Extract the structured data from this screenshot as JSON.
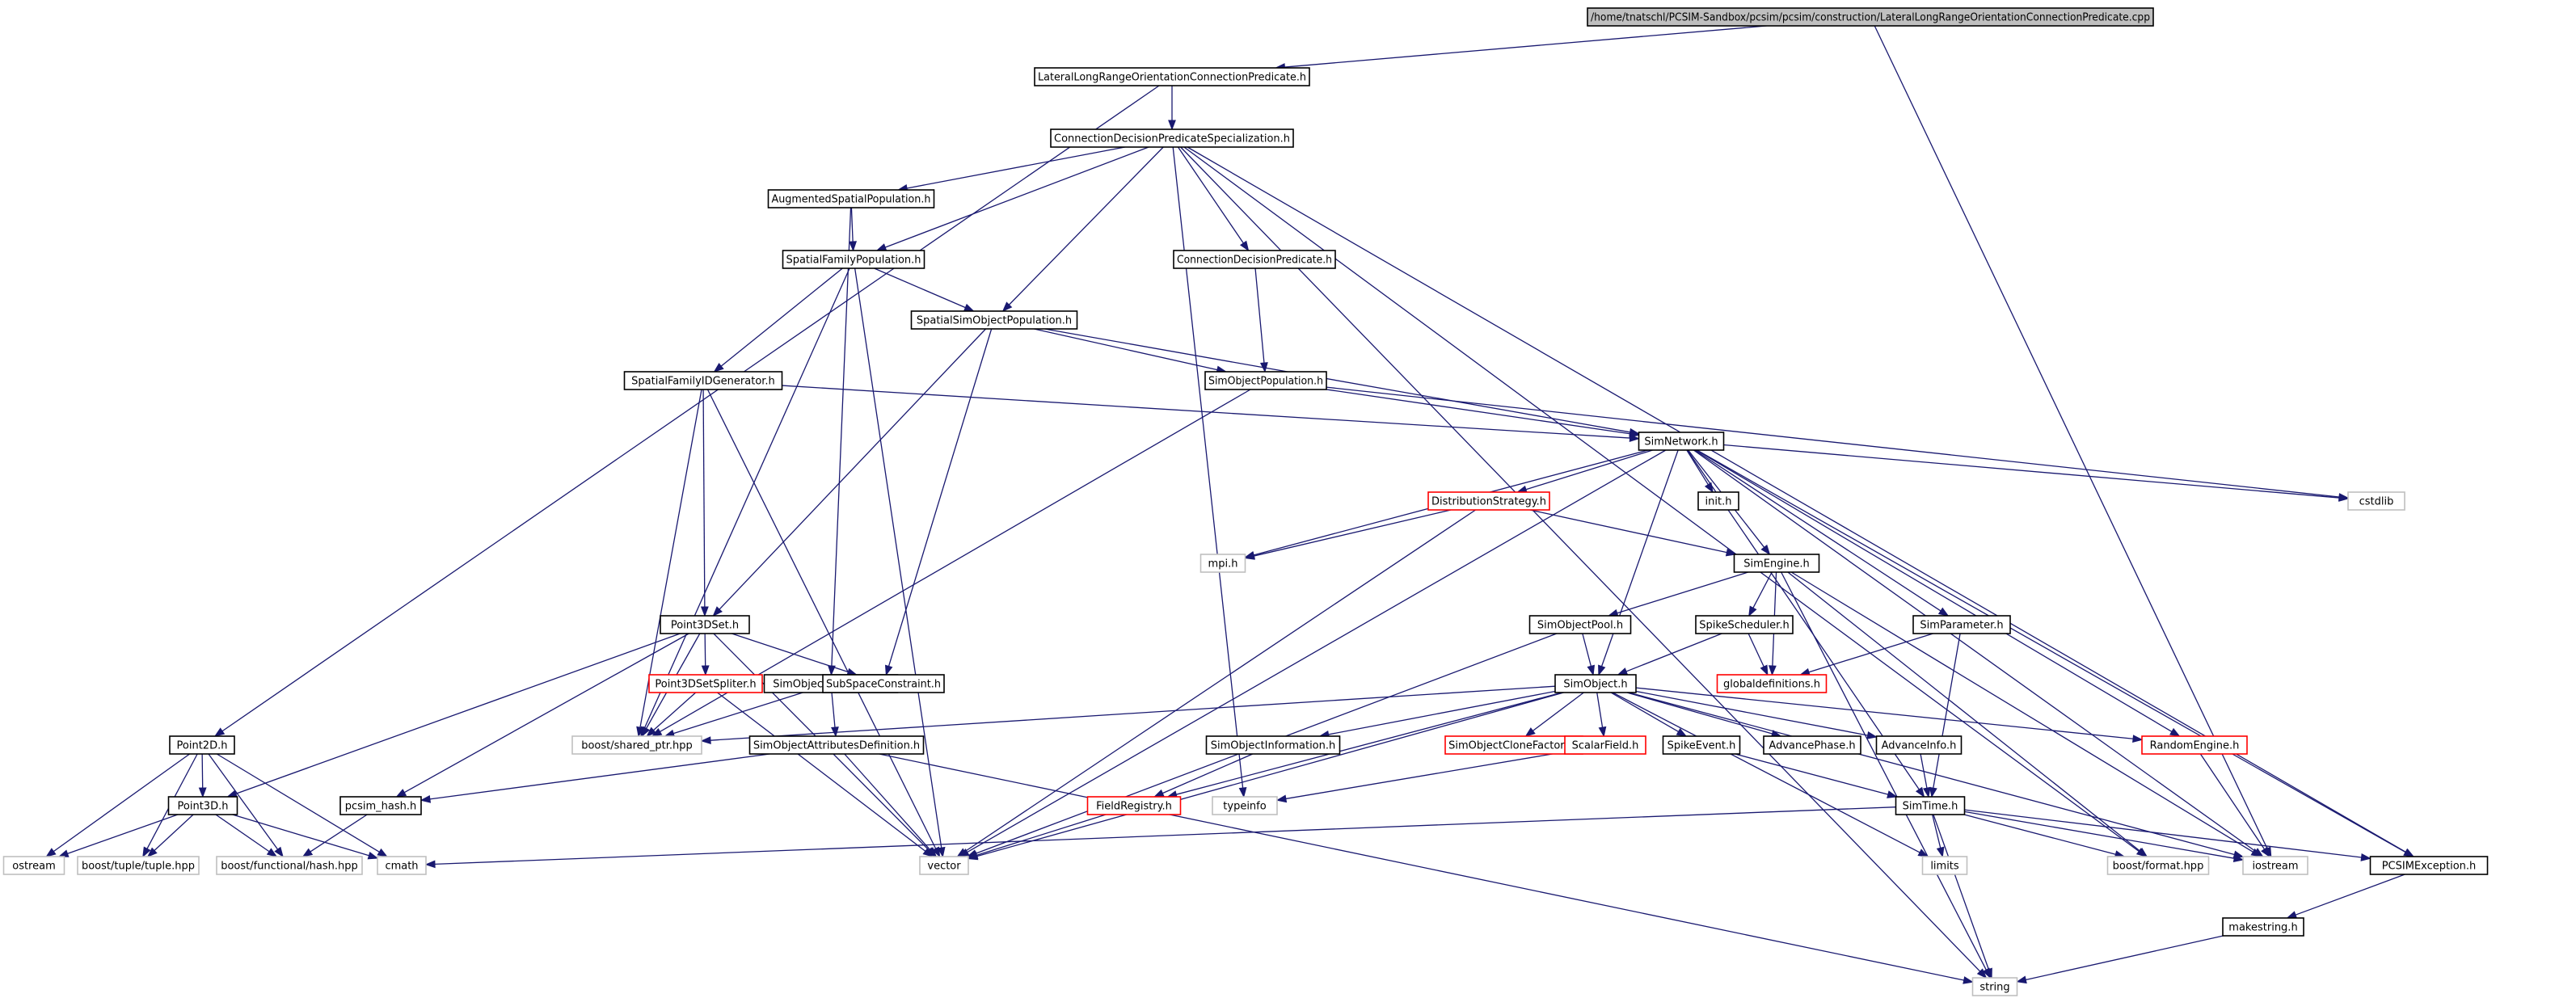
{
  "colors": {
    "edge": "#191970",
    "normal_border": "#000000",
    "external_border": "#bfbfbf",
    "undocumented_border": "#ff0000",
    "root_fill": "#bfbfbf",
    "fill": "#ffffff"
  },
  "nodes": [
    {
      "id": "root",
      "label": "/home/tnatschl/PCSIM-Sandbox/pcsim/pcsim/construction/LateralLongRangeOrientationConnectionPredicate.cpp",
      "kind": "root"
    },
    {
      "id": "lrocp",
      "label": "LateralLongRangeOrientationConnectionPredicate.h",
      "kind": "normal"
    },
    {
      "id": "cdps",
      "label": "ConnectionDecisionPredicateSpecialization.h",
      "kind": "normal"
    },
    {
      "id": "asp",
      "label": "AugmentedSpatialPopulation.h",
      "kind": "normal"
    },
    {
      "id": "sfp",
      "label": "SpatialFamilyPopulation.h",
      "kind": "normal"
    },
    {
      "id": "cdp",
      "label": "ConnectionDecisionPredicate.h",
      "kind": "normal"
    },
    {
      "id": "ssop",
      "label": "SpatialSimObjectPopulation.h",
      "kind": "normal"
    },
    {
      "id": "sfidg",
      "label": "SpatialFamilyIDGenerator.h",
      "kind": "normal"
    },
    {
      "id": "sop",
      "label": "SimObjectPopulation.h",
      "kind": "normal"
    },
    {
      "id": "simnet",
      "label": "SimNetwork.h",
      "kind": "normal"
    },
    {
      "id": "cstdlib",
      "label": "cstdlib",
      "kind": "external"
    },
    {
      "id": "diststr",
      "label": "DistributionStrategy.h",
      "kind": "undocumented"
    },
    {
      "id": "inith",
      "label": "init.h",
      "kind": "normal"
    },
    {
      "id": "mpih",
      "label": "mpi.h",
      "kind": "external"
    },
    {
      "id": "simengine",
      "label": "SimEngine.h",
      "kind": "normal"
    },
    {
      "id": "p3dset",
      "label": "Point3DSet.h",
      "kind": "normal"
    },
    {
      "id": "sopool",
      "label": "SimObjectPool.h",
      "kind": "normal"
    },
    {
      "id": "spikesched",
      "label": "SpikeScheduler.h",
      "kind": "normal"
    },
    {
      "id": "simparam",
      "label": "SimParameter.h",
      "kind": "normal"
    },
    {
      "id": "soattr",
      "label": "SimObjectAttributes.h",
      "kind": "normal"
    },
    {
      "id": "p3dsplit",
      "label": "Point3DSetSpliter.h",
      "kind": "undocumented"
    },
    {
      "id": "ssc",
      "label": "SubSpaceConstraint.h",
      "kind": "normal"
    },
    {
      "id": "simobj",
      "label": "SimObject.h",
      "kind": "normal"
    },
    {
      "id": "globaldefs",
      "label": "globaldefinitions.h",
      "kind": "undocumented"
    },
    {
      "id": "p2d",
      "label": "Point2D.h",
      "kind": "normal"
    },
    {
      "id": "soattrdef",
      "label": "SimObjectAttributesDefinition.h",
      "kind": "normal"
    },
    {
      "id": "sharedptr",
      "label": "boost/shared_ptr.hpp",
      "kind": "external"
    },
    {
      "id": "soinfo",
      "label": "SimObjectInformation.h",
      "kind": "normal"
    },
    {
      "id": "socf",
      "label": "SimObjectCloneFactory.h",
      "kind": "undocumented"
    },
    {
      "id": "scalarf",
      "label": "ScalarField.h",
      "kind": "undocumented"
    },
    {
      "id": "spikeev",
      "label": "SpikeEvent.h",
      "kind": "normal"
    },
    {
      "id": "advphase",
      "label": "AdvancePhase.h",
      "kind": "normal"
    },
    {
      "id": "advinfo",
      "label": "AdvanceInfo.h",
      "kind": "normal"
    },
    {
      "id": "randeng",
      "label": "RandomEngine.h",
      "kind": "undocumented"
    },
    {
      "id": "p3d",
      "label": "Point3D.h",
      "kind": "normal"
    },
    {
      "id": "pcsimhash",
      "label": "pcsim_hash.h",
      "kind": "normal"
    },
    {
      "id": "fieldreg",
      "label": "FieldRegistry.h",
      "kind": "undocumented"
    },
    {
      "id": "typeinfo",
      "label": "typeinfo",
      "kind": "external"
    },
    {
      "id": "simtime",
      "label": "SimTime.h",
      "kind": "normal"
    },
    {
      "id": "ostream",
      "label": "ostream",
      "kind": "external"
    },
    {
      "id": "tuple",
      "label": "boost/tuple/tuple.hpp",
      "kind": "external"
    },
    {
      "id": "funchash",
      "label": "boost/functional/hash.hpp",
      "kind": "external"
    },
    {
      "id": "cmath",
      "label": "cmath",
      "kind": "external"
    },
    {
      "id": "vector",
      "label": "vector",
      "kind": "external"
    },
    {
      "id": "limits",
      "label": "limits",
      "kind": "external"
    },
    {
      "id": "bformat",
      "label": "boost/format.hpp",
      "kind": "external"
    },
    {
      "id": "iostream",
      "label": "iostream",
      "kind": "external"
    },
    {
      "id": "pcsimex",
      "label": "PCSIMException.h",
      "kind": "normal"
    },
    {
      "id": "makestring",
      "label": "makestring.h",
      "kind": "normal"
    },
    {
      "id": "string",
      "label": "string",
      "kind": "external"
    }
  ],
  "edges": [
    [
      "root",
      "lrocp"
    ],
    [
      "root",
      "iostream"
    ],
    [
      "lrocp",
      "cdps"
    ],
    [
      "lrocp",
      "p2d"
    ],
    [
      "cdps",
      "asp"
    ],
    [
      "cdps",
      "sfp"
    ],
    [
      "cdps",
      "cdp"
    ],
    [
      "cdps",
      "ssop"
    ],
    [
      "cdps",
      "typeinfo"
    ],
    [
      "cdps",
      "bformat"
    ],
    [
      "cdps",
      "pcsimex"
    ],
    [
      "cdps",
      "string"
    ],
    [
      "asp",
      "sfp"
    ],
    [
      "asp",
      "soattr"
    ],
    [
      "sfp",
      "ssop"
    ],
    [
      "sfp",
      "sfidg"
    ],
    [
      "sfp",
      "sharedptr"
    ],
    [
      "sfp",
      "vector"
    ],
    [
      "cdp",
      "sop"
    ],
    [
      "ssop",
      "sop"
    ],
    [
      "ssop",
      "simnet"
    ],
    [
      "ssop",
      "p3dset"
    ],
    [
      "ssop",
      "ssc"
    ],
    [
      "sfidg",
      "simnet"
    ],
    [
      "sfidg",
      "p3dset"
    ],
    [
      "sfidg",
      "sharedptr"
    ],
    [
      "sfidg",
      "vector"
    ],
    [
      "sop",
      "simnet"
    ],
    [
      "sop",
      "cstdlib"
    ],
    [
      "sop",
      "sharedptr"
    ],
    [
      "simnet",
      "cstdlib"
    ],
    [
      "simnet",
      "diststr"
    ],
    [
      "simnet",
      "inith"
    ],
    [
      "simnet",
      "mpih"
    ],
    [
      "simnet",
      "simengine"
    ],
    [
      "simnet",
      "simparam"
    ],
    [
      "simnet",
      "simobj"
    ],
    [
      "simnet",
      "vector"
    ],
    [
      "simnet",
      "simtime"
    ],
    [
      "simnet",
      "randeng"
    ],
    [
      "simnet",
      "iostream"
    ],
    [
      "simnet",
      "pcsimex"
    ],
    [
      "diststr",
      "mpih"
    ],
    [
      "diststr",
      "simengine"
    ],
    [
      "diststr",
      "vector"
    ],
    [
      "simengine",
      "sopool"
    ],
    [
      "simengine",
      "spikesched"
    ],
    [
      "simengine",
      "globaldefs"
    ],
    [
      "simengine",
      "bformat"
    ],
    [
      "simengine",
      "iostream"
    ],
    [
      "simengine",
      "string"
    ],
    [
      "p3dset",
      "p3dsplit"
    ],
    [
      "p3dset",
      "ssc"
    ],
    [
      "p3dset",
      "sharedptr"
    ],
    [
      "p3dset",
      "vector"
    ],
    [
      "p3dset",
      "p3d"
    ],
    [
      "p3dset",
      "pcsimhash"
    ],
    [
      "sopool",
      "simobj"
    ],
    [
      "sopool",
      "vector"
    ],
    [
      "spikesched",
      "simobj"
    ],
    [
      "spikesched",
      "globaldefs"
    ],
    [
      "simparam",
      "globaldefs"
    ],
    [
      "simparam",
      "simtime"
    ],
    [
      "soattr",
      "soattrdef"
    ],
    [
      "soattr",
      "sharedptr"
    ],
    [
      "p3dsplit",
      "sharedptr"
    ],
    [
      "p3dsplit",
      "vector"
    ],
    [
      "simobj",
      "sharedptr"
    ],
    [
      "simobj",
      "soinfo"
    ],
    [
      "simobj",
      "socf"
    ],
    [
      "simobj",
      "scalarf"
    ],
    [
      "simobj",
      "spikeev"
    ],
    [
      "simobj",
      "advphase"
    ],
    [
      "simobj",
      "advinfo"
    ],
    [
      "simobj",
      "randeng"
    ],
    [
      "simobj",
      "fieldreg"
    ],
    [
      "simobj",
      "vector"
    ],
    [
      "simobj",
      "limits"
    ],
    [
      "simobj",
      "iostream"
    ],
    [
      "p2d",
      "p3d"
    ],
    [
      "p2d",
      "ostream"
    ],
    [
      "p2d",
      "tuple"
    ],
    [
      "p2d",
      "funchash"
    ],
    [
      "p2d",
      "cmath"
    ],
    [
      "soattrdef",
      "pcsimhash"
    ],
    [
      "soattrdef",
      "vector"
    ],
    [
      "soattrdef",
      "string"
    ],
    [
      "soinfo",
      "fieldreg"
    ],
    [
      "scalarf",
      "typeinfo"
    ],
    [
      "spikeev",
      "simtime"
    ],
    [
      "advinfo",
      "simtime"
    ],
    [
      "randeng",
      "iostream"
    ],
    [
      "p3d",
      "ostream"
    ],
    [
      "p3d",
      "tuple"
    ],
    [
      "p3d",
      "funchash"
    ],
    [
      "p3d",
      "cmath"
    ],
    [
      "pcsimhash",
      "funchash"
    ],
    [
      "fieldreg",
      "vector"
    ],
    [
      "simtime",
      "cmath"
    ],
    [
      "simtime",
      "limits"
    ],
    [
      "simtime",
      "bformat"
    ],
    [
      "simtime",
      "iostream"
    ],
    [
      "simtime",
      "pcsimex"
    ],
    [
      "simtime",
      "string"
    ],
    [
      "pcsimex",
      "makestring"
    ],
    [
      "makestring",
      "string"
    ]
  ]
}
